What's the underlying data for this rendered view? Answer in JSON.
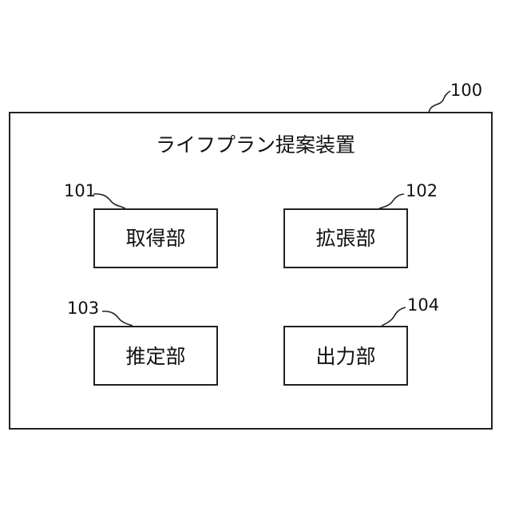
{
  "device": {
    "ref": "100",
    "title": "ライフプラン提案装置"
  },
  "units": [
    {
      "ref": "101",
      "label": "取得部"
    },
    {
      "ref": "102",
      "label": "拡張部"
    },
    {
      "ref": "103",
      "label": "推定部"
    },
    {
      "ref": "104",
      "label": "出力部"
    }
  ]
}
